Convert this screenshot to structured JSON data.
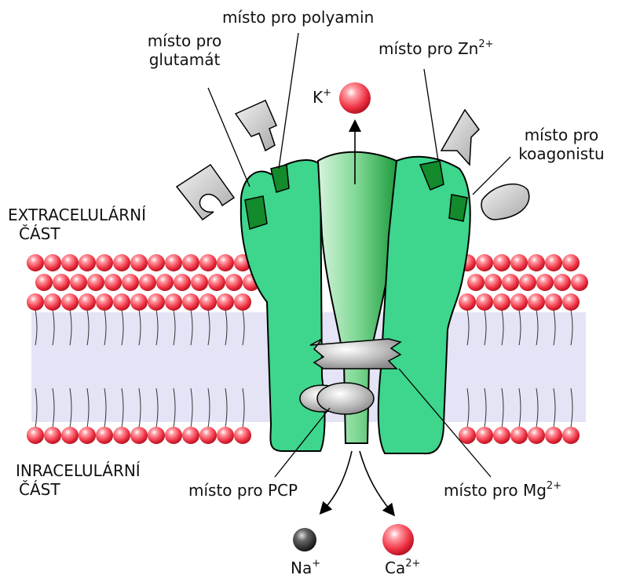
{
  "labels": {
    "polyamin": "místo pro polyamin",
    "glutamat_1": "místo pro",
    "glutamat_2": "glutamát",
    "zn_text": "místo pro Zn",
    "zn_sup": "2+",
    "koagonist_1": "místo pro",
    "koagonist_2": "koagonistu",
    "k_text": "K",
    "k_sup": "+",
    "extracell_1": "EXTRACELULÁRNÍ",
    "extracell_2": "ČÁST",
    "intracell_1": "INRACELULÁRNÍ",
    "intracell_2": "ČÁST",
    "pcp": "místo pro PCP",
    "mg_text": "místo pro Mg",
    "mg_sup": "2+",
    "na_text": "Na",
    "na_sup": "+",
    "ca_text": "Ca",
    "ca_sup": "2+"
  },
  "colors": {
    "receptor": "#3dd68c",
    "receptor_dark": "#138a2b",
    "channel": "#2fbf5e",
    "lipid_head": "#ee3344",
    "membrane_core": "#e4e4f6",
    "ligand": "#c9c9c9",
    "na_ion": "#333333"
  }
}
